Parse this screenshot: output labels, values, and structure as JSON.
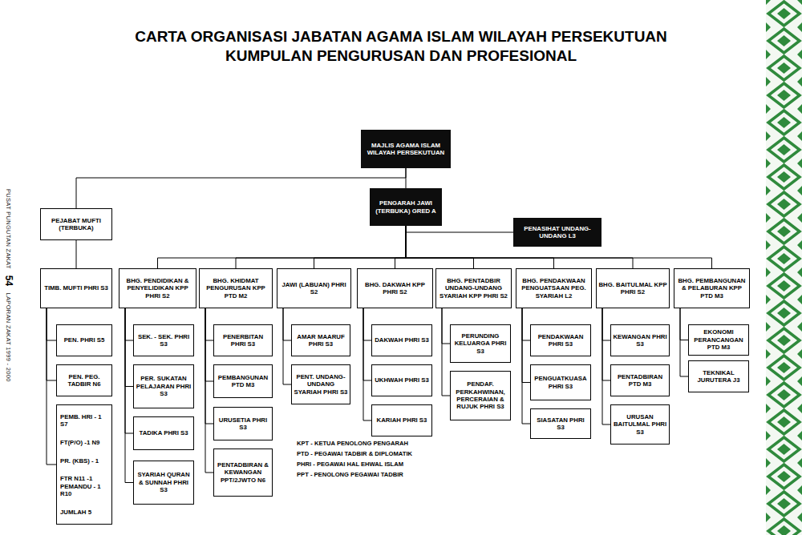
{
  "diagram": {
    "title": "CARTA ORGANISASI JABATAN AGAMA ISLAM WILAYAH PERSEKUTUAN KUMPULAN PENGURUSAN DAN PROFESIONAL",
    "nodes": [
      {
        "text": [
          "MAJLIS AGAMA ISLAM WILAYAH PERSEKUTUAN"
        ]
      },
      {
        "text": [
          "PENGARAH JAWI (TERBUKA) GRED A"
        ]
      },
      {
        "text": [
          "PEJABAT MUFTI (TERBUKA)"
        ]
      },
      {
        "text": [
          "PENASIHAT UNDANG-UNDANG L3"
        ]
      },
      {
        "text": [
          "TIMB. MUFTI PHRI S3"
        ]
      },
      {
        "text": [
          "BHG. PENDIDIKAN & PENYELIDIKAN KPP PHRI S2"
        ]
      },
      {
        "text": [
          "BHG. KHIDMAT PENGURUSAN KPP PTD M2"
        ]
      },
      {
        "text": [
          "JAWI (LABUAN) PHRI S2"
        ]
      },
      {
        "text": [
          "BHG. DAKWAH KPP PHRI S2"
        ]
      },
      {
        "text": [
          "BHG. PENTADBIR UNDANG-UNDANG SYARIAH KPP PHRI S2"
        ]
      },
      {
        "text": [
          "BHG. PENDAKWAAN PENGUATSAAN PEG. SYARIAH L2"
        ]
      },
      {
        "text": [
          "BHG. BAITULMAL KPP PHRI S2"
        ]
      },
      {
        "text": [
          "BHG. PEMBANGUNAN & PELABURAN KPP PTD M3"
        ]
      },
      {
        "text": [
          "PEN. PHRI S5"
        ]
      },
      {
        "text": [
          "PEN. PEG. TADBIR N6"
        ]
      },
      {
        "text": [
          "PEMB. HRI - 1 S7",
          "FT(P/O) -1 N9",
          "PR. (KBS) - 1",
          "FTR N11 -1 PEMANDU - 1 R10",
          "JUMLAH 5"
        ]
      },
      {
        "text": [
          "SEK. - SEK. PHRI S3"
        ]
      },
      {
        "text": [
          "PER. SUKATAN PELAJARAN PHRI S3"
        ]
      },
      {
        "text": [
          "TADIKA PHRI S3"
        ]
      },
      {
        "text": [
          "SYARIAH QURAN & SUNNAH PHRI S3"
        ]
      },
      {
        "text": [
          "PENERBITAN PHRI S3"
        ]
      },
      {
        "text": [
          "PEMBANGUNAN PTD M3"
        ]
      },
      {
        "text": [
          "URUSETIA PHRI S3"
        ]
      },
      {
        "text": [
          "PENTADBIRAN & KEWANGAN PPT/2JWTO N6"
        ]
      },
      {
        "text": [
          "AMAR MAARUF PHRI S3"
        ]
      },
      {
        "text": [
          "PENT. UNDANG-UNDANG SYARIAH PHRI S3"
        ]
      },
      {
        "text": [
          "DAKWAH PHRI S3"
        ]
      },
      {
        "text": [
          "UKHWAH PHRI S3"
        ]
      },
      {
        "text": [
          "KARIAH PHRI S3"
        ]
      },
      {
        "text": [
          "PERUNDING KELUARGA PHRI S3"
        ]
      },
      {
        "text": [
          "PENDAF. PERKAHWINAN, PERCERAIAN & RUJUK PHRI S3"
        ]
      },
      {
        "text": [
          "PENDAKWAAN PHRI S3"
        ]
      },
      {
        "text": [
          "PENGUATKUASA PHRI S3"
        ]
      },
      {
        "text": [
          "SIASATAN PHRI S3"
        ]
      },
      {
        "text": [
          "KEWANGAN PHRI S3"
        ]
      },
      {
        "text": [
          "PENTADBIRAN PTD M3"
        ]
      },
      {
        "text": [
          "URUSAN BAITULMAL PHRI S3"
        ]
      },
      {
        "text": [
          "EKONOMI PERANCANGAN PTD M3"
        ]
      },
      {
        "text": [
          "TEKNIKAL JURUTERA J3"
        ]
      }
    ],
    "edges": [
      {
        "from": 0,
        "to": 1,
        "arrow": "none"
      },
      {
        "from": 0,
        "to": 2,
        "arrow": "none"
      },
      {
        "from": 1,
        "to": 3,
        "arrow": "none"
      },
      {
        "from": 1,
        "to": 5,
        "arrow": "none"
      },
      {
        "from": 1,
        "to": 6,
        "arrow": "none"
      },
      {
        "from": 1,
        "to": 7,
        "arrow": "none"
      },
      {
        "from": 1,
        "to": 8,
        "arrow": "none"
      },
      {
        "from": 1,
        "to": 9,
        "arrow": "none"
      },
      {
        "from": 1,
        "to": 10,
        "arrow": "none"
      },
      {
        "from": 1,
        "to": 11,
        "arrow": "none"
      },
      {
        "from": 1,
        "to": 12,
        "arrow": "none"
      },
      {
        "from": 2,
        "to": 4,
        "arrow": "none"
      },
      {
        "from": 4,
        "to": 13,
        "arrow": "none"
      },
      {
        "from": 4,
        "to": 14,
        "arrow": "none"
      },
      {
        "from": 4,
        "to": 15,
        "arrow": "none"
      },
      {
        "from": 5,
        "to": 16,
        "arrow": "none"
      },
      {
        "from": 5,
        "to": 17,
        "arrow": "none"
      },
      {
        "from": 5,
        "to": 18,
        "arrow": "none"
      },
      {
        "from": 5,
        "to": 19,
        "arrow": "none"
      },
      {
        "from": 6,
        "to": 20,
        "arrow": "none"
      },
      {
        "from": 6,
        "to": 21,
        "arrow": "none"
      },
      {
        "from": 6,
        "to": 22,
        "arrow": "none"
      },
      {
        "from": 6,
        "to": 23,
        "arrow": "none"
      },
      {
        "from": 7,
        "to": 24,
        "arrow": "none"
      },
      {
        "from": 7,
        "to": 25,
        "arrow": "none"
      },
      {
        "from": 8,
        "to": 26,
        "arrow": "none"
      },
      {
        "from": 8,
        "to": 27,
        "arrow": "none"
      },
      {
        "from": 8,
        "to": 28,
        "arrow": "none"
      },
      {
        "from": 9,
        "to": 29,
        "arrow": "none"
      },
      {
        "from": 9,
        "to": 30,
        "arrow": "none"
      },
      {
        "from": 10,
        "to": 31,
        "arrow": "none"
      },
      {
        "from": 10,
        "to": 32,
        "arrow": "none"
      },
      {
        "from": 10,
        "to": 33,
        "arrow": "none"
      },
      {
        "from": 11,
        "to": 34,
        "arrow": "none"
      },
      {
        "from": 11,
        "to": 35,
        "arrow": "none"
      },
      {
        "from": 11,
        "to": 36,
        "arrow": "none"
      },
      {
        "from": 12,
        "to": 37,
        "arrow": "none"
      },
      {
        "from": 12,
        "to": 38,
        "arrow": "none"
      }
    ],
    "labels": [
      "KPT - KETUA PENOLONG PENGARAH",
      "PTD - PEGAWAI TADBIR & DIPLOMATIK",
      "PHRI - PEGAWAI HAL EHWAL ISLAM",
      "PPT - PENOLONG PEGAWAI TADBIR",
      "PUSAT PUNGUTAN ZAKAT",
      "54",
      "LAPORAN ZAKAT 1999 - 2000"
    ]
  }
}
